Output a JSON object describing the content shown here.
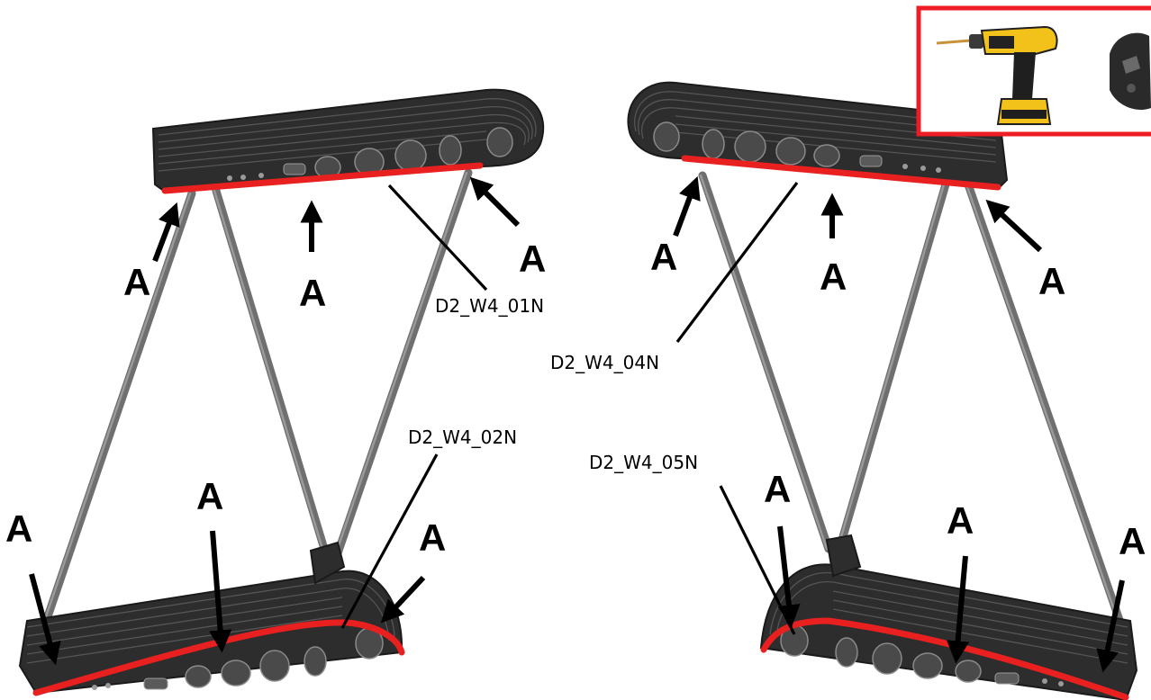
{
  "callout_letter": "A",
  "parts": {
    "p01": "D2_W4_01N",
    "p02": "D2_W4_02N",
    "p04": "D2_W4_04N",
    "p05": "D2_W4_05N"
  },
  "tools_icons": [
    "cordless-drill-icon",
    "hex-driver-bit-icon"
  ],
  "colors": {
    "highlight_edge": "#e8201f",
    "panel": "#2d2d2d",
    "rod": "#6f6f6f",
    "tools_frame": "#ee1c24",
    "drill_body": "#f2c21b"
  }
}
